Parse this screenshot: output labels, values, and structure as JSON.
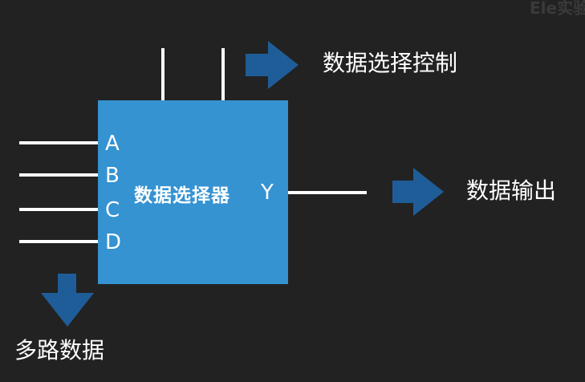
{
  "watermark": "Ele实验",
  "block": {
    "title": "数据选择器",
    "inputs": [
      "A",
      "B",
      "C",
      "D"
    ],
    "output": "Y"
  },
  "labels": {
    "control": "数据选择控制",
    "output": "数据输出",
    "inputs": "多路数据"
  },
  "colors": {
    "background": "#222222",
    "block": "#3593d1",
    "arrow": "#1f5d98",
    "wire": "#ffffff"
  }
}
